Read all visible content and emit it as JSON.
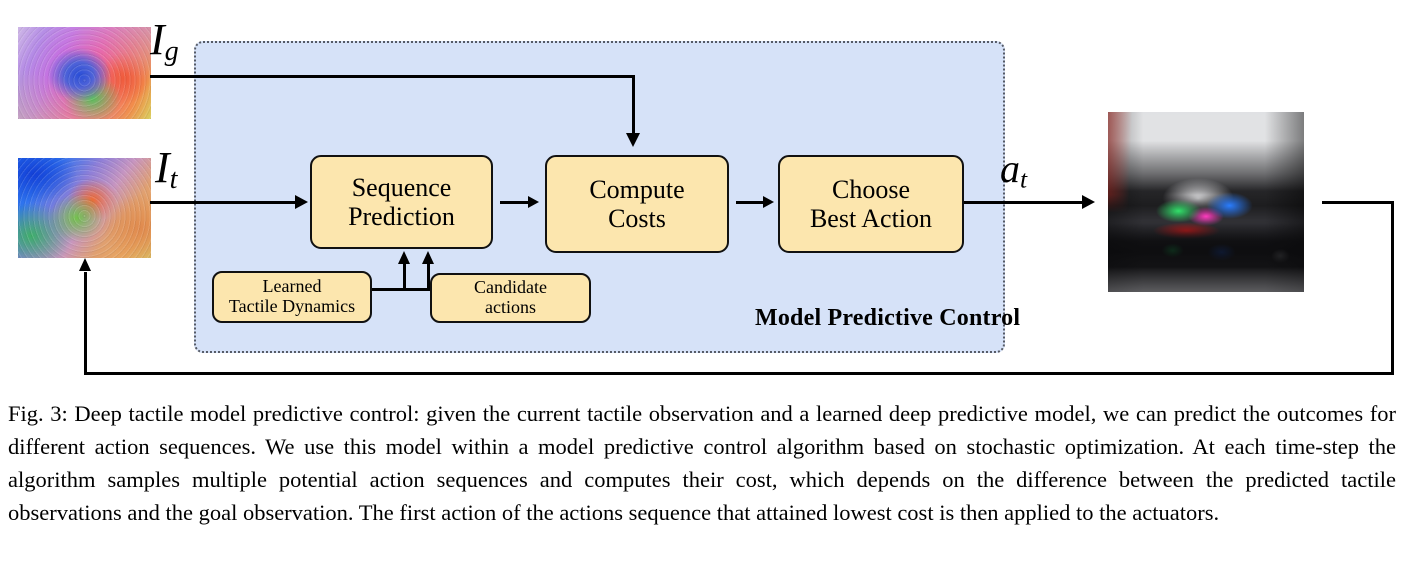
{
  "figure": {
    "container_label": "Model Predictive Control",
    "boxes": {
      "sequence_prediction": "Sequence\nPrediction",
      "compute_costs": "Compute\nCosts",
      "choose_best_action": "Choose\nBest Action",
      "learned_tactile_dynamics": "Learned\nTactile Dynamics",
      "candidate_actions": "Candidate\nactions"
    },
    "labels": {
      "goal_image": "I",
      "goal_image_sub": "g",
      "current_image": "I",
      "current_image_sub": "t",
      "action": "a",
      "action_sub": "t"
    },
    "images": {
      "goal_observation_name": "goal-tactile-observation-image",
      "current_observation_name": "current-tactile-observation-image",
      "robot_name": "robot-gelsight-photo"
    },
    "colors": {
      "mpc_background": "#d6e2f8",
      "mpc_border": "#555a66",
      "box_fill": "#fce6ae",
      "box_border": "#111111",
      "connector": "#000000",
      "page_background": "#ffffff"
    }
  },
  "caption": {
    "text": "Fig. 3: Deep tactile model predictive control: given the current tactile observation and a learned deep predictive model, we can predict the outcomes for different action sequences. We use this model within a model predictive control algorithm based on stochastic optimization. At each time-step the algorithm samples multiple potential action sequences and computes their cost, which depends on the difference between the predicted tactile observations and the goal observation. The first action of the actions sequence that attained lowest cost is then applied to the actuators."
  }
}
